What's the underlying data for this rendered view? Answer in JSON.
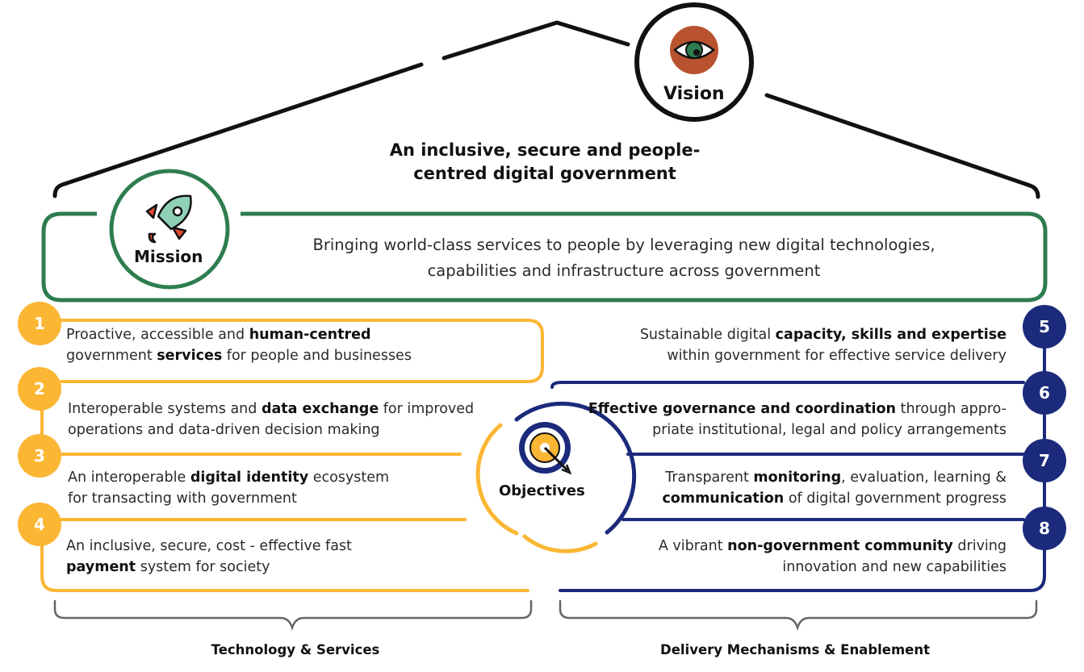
{
  "vision": {
    "label": "Vision",
    "statement_line1": "An inclusive, secure and people-",
    "statement_line2": "centred digital government"
  },
  "mission": {
    "label": "Mission",
    "statement_line1": "Bringing world-class services to people by leveraging new digital technologies,",
    "statement_line2": "capabilities and infrastructure across government"
  },
  "objectives_label": "Objectives",
  "objectives": [
    {
      "number": "1",
      "line1_pre": "Proactive, accessible and ",
      "line1_bold": "human-centred",
      "line1_post": "",
      "line2_pre": "government ",
      "line2_bold": "services",
      "line2_post": " for people and businesses"
    },
    {
      "number": "2",
      "line1_pre": "Interoperable systems and ",
      "line1_bold": "data exchange",
      "line1_post": " for improved",
      "line2_pre": "operations and data-driven decision making",
      "line2_bold": "",
      "line2_post": ""
    },
    {
      "number": "3",
      "line1_pre": "An interoperable ",
      "line1_bold": "digital identity",
      "line1_post": " ecosystem",
      "line2_pre": "for transacting with government",
      "line2_bold": "",
      "line2_post": ""
    },
    {
      "number": "4",
      "line1_pre": "An inclusive, secure, cost - effective fast",
      "line1_bold": "",
      "line1_post": "",
      "line2_pre": "",
      "line2_bold": "payment",
      "line2_post": " system for society"
    },
    {
      "number": "5",
      "line1_pre": "Sustainable digital ",
      "line1_bold": "capacity, skills and expertise",
      "line1_post": "",
      "line2_pre": "within government for effective service delivery",
      "line2_bold": "",
      "line2_post": ""
    },
    {
      "number": "6",
      "line1_pre": "",
      "line1_bold": "Effective governance and coordination",
      "line1_post": " through appro-",
      "line2_pre": "priate institutional, legal and policy arrangements",
      "line2_bold": "",
      "line2_post": ""
    },
    {
      "number": "7",
      "line1_pre": "Transparent ",
      "line1_bold": "monitoring",
      "line1_post": ", evaluation, learning &",
      "line2_pre": "",
      "line2_bold": "communication",
      "line2_post": " of digital government progress"
    },
    {
      "number": "8",
      "line1_pre": "A vibrant ",
      "line1_bold": "non-government community",
      "line1_post": " driving",
      "line2_pre": "innovation and new capabilities",
      "line2_bold": "",
      "line2_post": ""
    }
  ],
  "groups": {
    "left": "Technology & Services",
    "right": "Delivery Mechanisms & Enablement"
  },
  "icons": {
    "vision": "eye-icon",
    "mission": "rocket-icon",
    "objectives": "target-icon"
  },
  "colors": {
    "yellow": "#fbb634",
    "navy": "#1b2a7a",
    "green": "#2e7d4f",
    "eye": "#b9532f",
    "outline": "#111111"
  }
}
